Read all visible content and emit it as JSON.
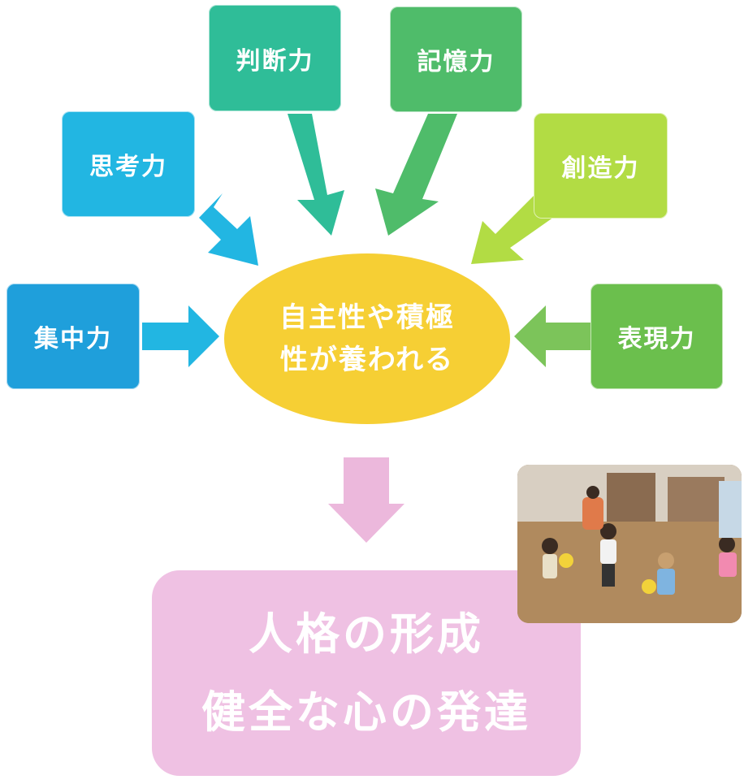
{
  "boxes": {
    "shikouryoku": {
      "label": "思考力",
      "color": "#22b6e2"
    },
    "handanryoku": {
      "label": "判断力",
      "color": "#2fbd98"
    },
    "kiokuryoku": {
      "label": "記憶力",
      "color": "#4fbc6a"
    },
    "souzouryoku": {
      "label": "創造力",
      "color": "#b2dc44"
    },
    "shuuchuuryoku": {
      "label": "集中力",
      "color": "#1f9fdb"
    },
    "hyougenryoku": {
      "label": "表現力",
      "color": "#6bbf4d"
    }
  },
  "center": {
    "line1": "自主性や積極",
    "line2": "性が養われる",
    "color": "#f6cf34"
  },
  "result": {
    "line1": "人格の形成",
    "line2": "健全な心の発達",
    "color": "#efc1e3"
  },
  "down_arrow_color": "#ecb8dc"
}
